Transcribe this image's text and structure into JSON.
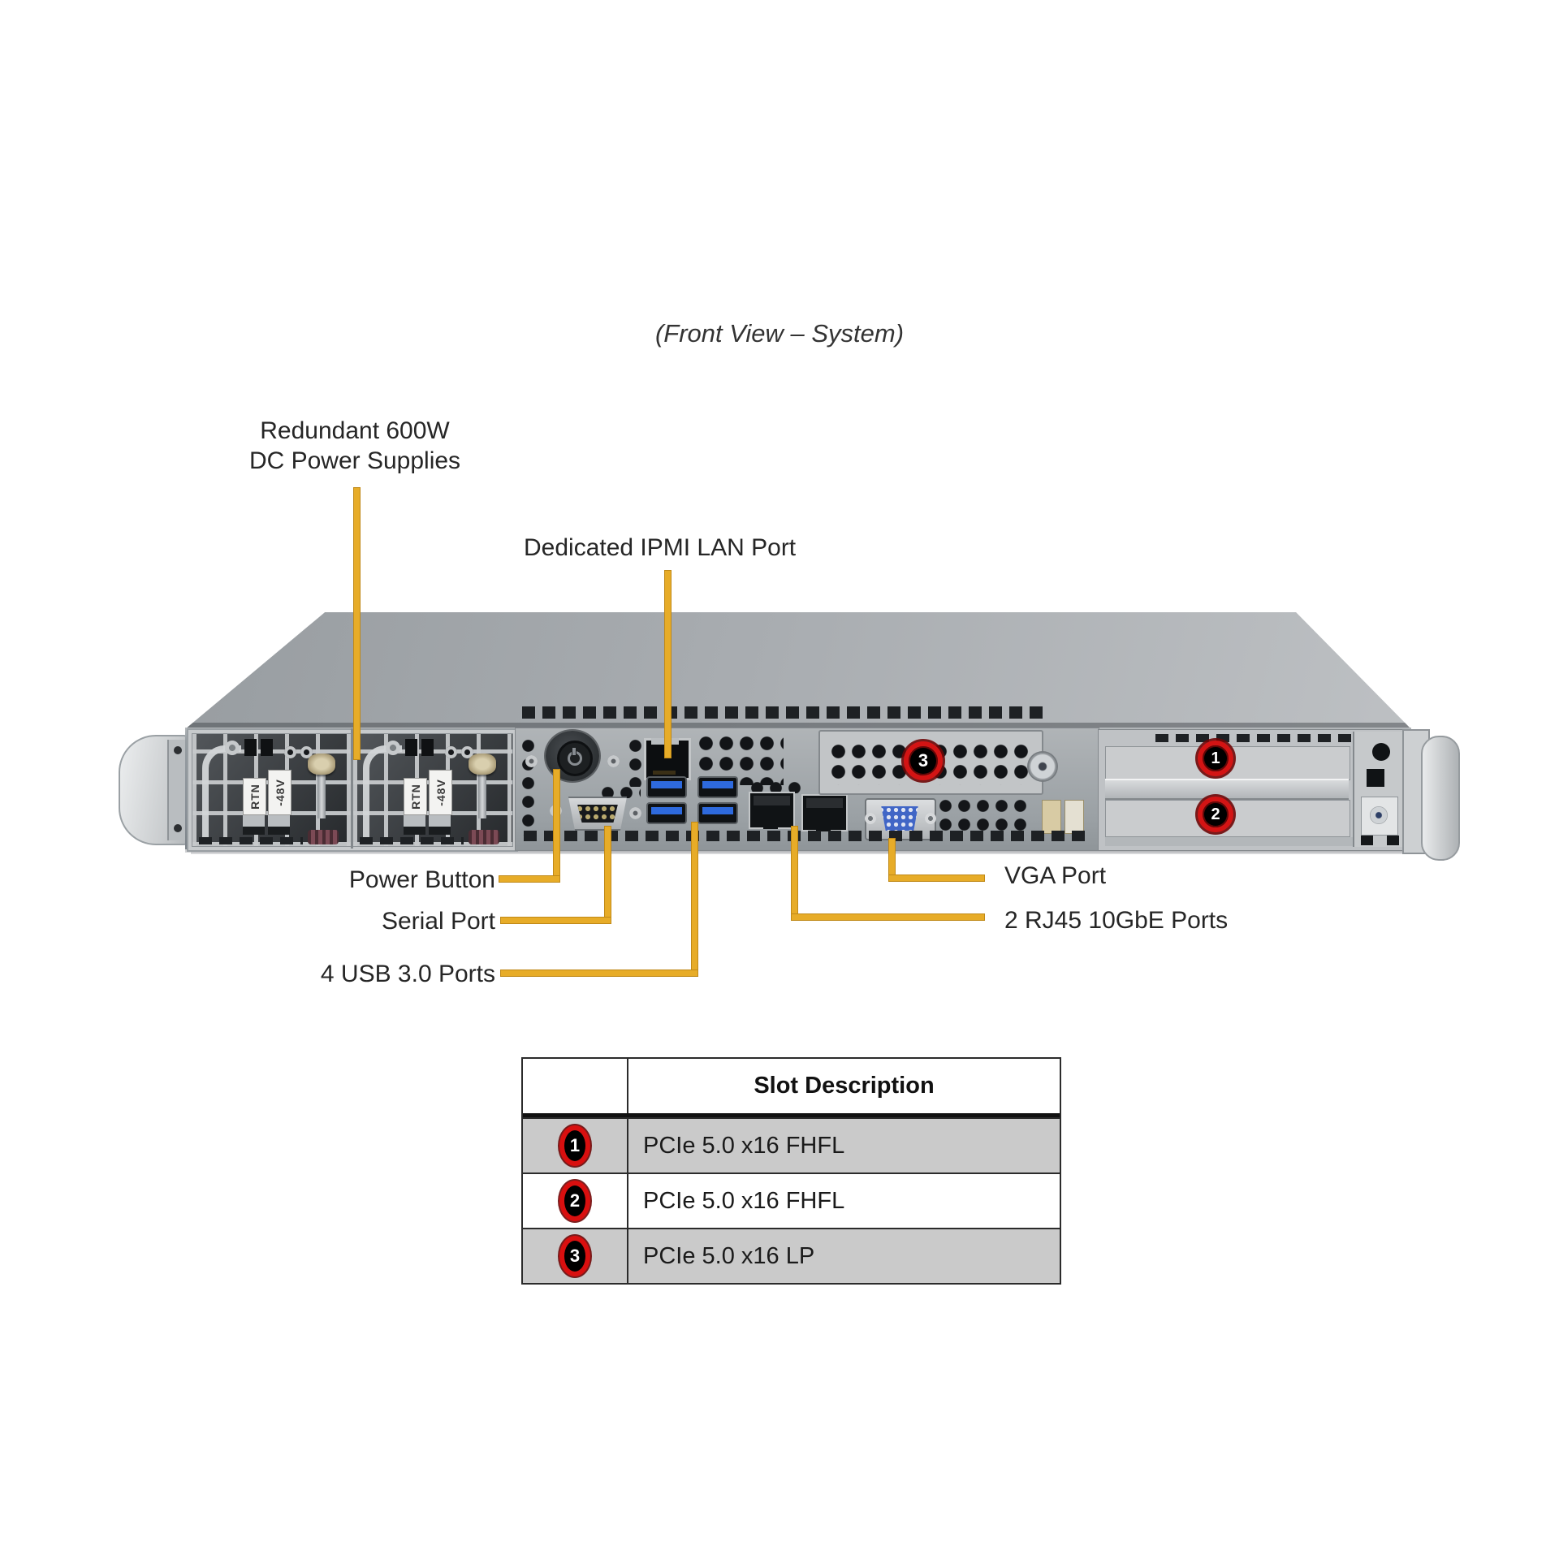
{
  "title": "(Front View – System)",
  "callouts": {
    "psu_line1": "Redundant 600W",
    "psu_line2": "DC Power Supplies",
    "ipmi": "Dedicated IPMI LAN Port",
    "power": "Power Button",
    "serial": "Serial Port",
    "usb": "4 USB 3.0 Ports",
    "vga": "VGA Port",
    "rj45": "2 RJ45 10GbE Ports"
  },
  "chassis": {
    "psu_labels": {
      "rtn": "RTN",
      "neg": "-48V"
    },
    "slot_badges": {
      "slot1": "1",
      "slot2": "2",
      "slot3": "3"
    }
  },
  "table": {
    "header": "Slot Description",
    "rows": [
      {
        "badge": "1",
        "desc": "PCIe 5.0 x16 FHFL"
      },
      {
        "badge": "2",
        "desc": "PCIe 5.0 x16 FHFL"
      },
      {
        "badge": "3",
        "desc": "PCIe 5.0 x16 LP"
      }
    ]
  },
  "colors": {
    "leader_line": "#E7AC28",
    "badge_ring": "#D31414",
    "table_row_gray": "#CACACA"
  }
}
